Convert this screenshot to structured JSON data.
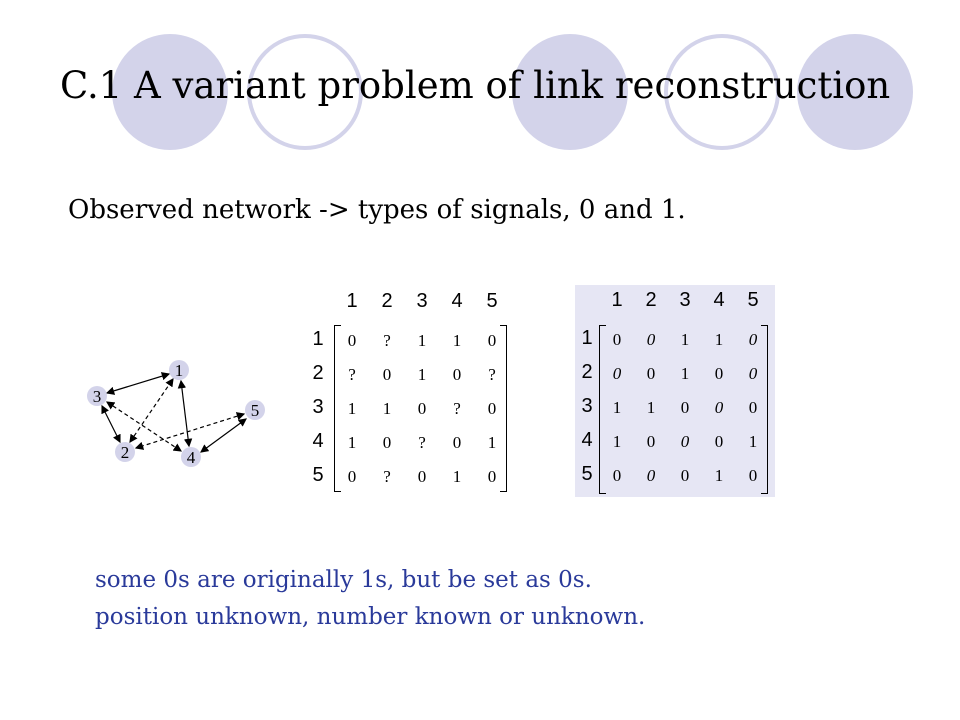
{
  "slide": {
    "title": "C.1 A variant problem of link reconstruction",
    "subtitle": "Observed network  -> types of signals, 0 and 1.",
    "notes": [
      "some 0s are originally 1s, but be set as 0s.",
      "position unknown, number known or unknown."
    ]
  },
  "graph": {
    "nodes": [
      {
        "id": "1",
        "label": "1"
      },
      {
        "id": "2",
        "label": "2"
      },
      {
        "id": "3",
        "label": "3"
      },
      {
        "id": "4",
        "label": "4"
      },
      {
        "id": "5",
        "label": "5"
      }
    ],
    "edges": [
      {
        "from": "1",
        "to": "3",
        "style": "solid"
      },
      {
        "from": "3",
        "to": "2",
        "style": "solid"
      },
      {
        "from": "1",
        "to": "4",
        "style": "solid"
      },
      {
        "from": "4",
        "to": "5",
        "style": "solid"
      },
      {
        "from": "2",
        "to": "1",
        "style": "dashed"
      },
      {
        "from": "5",
        "to": "2",
        "style": "dashed"
      },
      {
        "from": "3",
        "to": "4",
        "style": "dashed"
      }
    ]
  },
  "matrix_observed": {
    "col_labels": [
      "1",
      "2",
      "3",
      "4",
      "5"
    ],
    "row_labels": [
      "1",
      "2",
      "3",
      "4",
      "5"
    ],
    "rows": [
      [
        "0",
        "?",
        "1",
        "1",
        "0"
      ],
      [
        "?",
        "0",
        "1",
        "0",
        "?"
      ],
      [
        "1",
        "1",
        "0",
        "?",
        "0"
      ],
      [
        "1",
        "0",
        "?",
        "0",
        "1"
      ],
      [
        "0",
        "?",
        "0",
        "1",
        "0"
      ]
    ]
  },
  "matrix_reconstructed": {
    "col_labels": [
      "1",
      "2",
      "3",
      "4",
      "5"
    ],
    "row_labels": [
      "1",
      "2",
      "3",
      "4",
      "5"
    ],
    "rows": [
      [
        "0",
        "0",
        "1",
        "1",
        "0"
      ],
      [
        "0",
        "0",
        "1",
        "0",
        "0"
      ],
      [
        "1",
        "1",
        "0",
        "0",
        "0"
      ],
      [
        "1",
        "0",
        "0",
        "0",
        "1"
      ],
      [
        "0",
        "0",
        "0",
        "1",
        "0"
      ]
    ],
    "italic_mask": [
      [
        0,
        1,
        0,
        0,
        1
      ],
      [
        1,
        0,
        0,
        0,
        1
      ],
      [
        0,
        0,
        0,
        1,
        0
      ],
      [
        0,
        0,
        1,
        0,
        0
      ],
      [
        0,
        1,
        0,
        0,
        0
      ]
    ]
  },
  "colors": {
    "deco_fill": "#d3d3ea",
    "deco_stroke": "#d3d3ea",
    "note_text": "#2a3a9a",
    "matrix_highlight": "#e6e6f4",
    "node_fill": "#d3d3ea"
  }
}
